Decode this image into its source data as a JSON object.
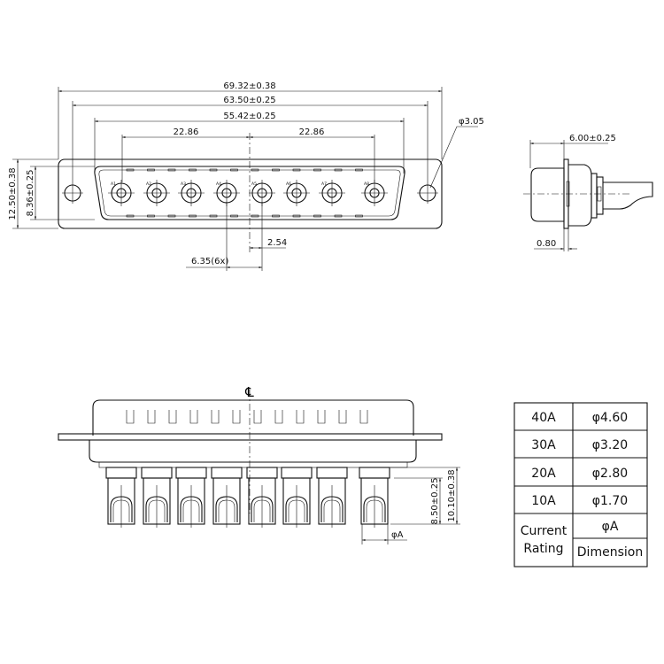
{
  "top_view": {
    "dims": {
      "overall": "69.32±0.38",
      "mount_holes": "63.50±0.25",
      "shell": "55.42±0.25",
      "half_left": "22.86",
      "half_right": "22.86",
      "hole_dia": "φ3.05",
      "height": "12.50±0.38",
      "shell_height": "8.36±0.25",
      "pitch": "6.35(6x)",
      "offset": "2.54"
    },
    "pin_labels": [
      "A1",
      "A2",
      "A3",
      "A4",
      "A5",
      "A6",
      "A7",
      "A8"
    ]
  },
  "side_view": {
    "dims": {
      "depth": "6.00±0.25",
      "flange": "0.80"
    }
  },
  "front_view": {
    "centerline_symbol": "℄",
    "dims": {
      "pin_len": "8.50±0.25",
      "total_len": "10.10±0.38",
      "pin_dia": "φA"
    }
  },
  "rating_table": {
    "rows": [
      {
        "current": "40A",
        "dimension": "φ4.60"
      },
      {
        "current": "30A",
        "dimension": "φ3.20"
      },
      {
        "current": "20A",
        "dimension": "φ2.80"
      },
      {
        "current": "10A",
        "dimension": "φ1.70"
      }
    ],
    "header_current_line1": "Current",
    "header_current_line2": "Rating",
    "header_symbol": "φA",
    "header_dimension": "Dimension"
  }
}
